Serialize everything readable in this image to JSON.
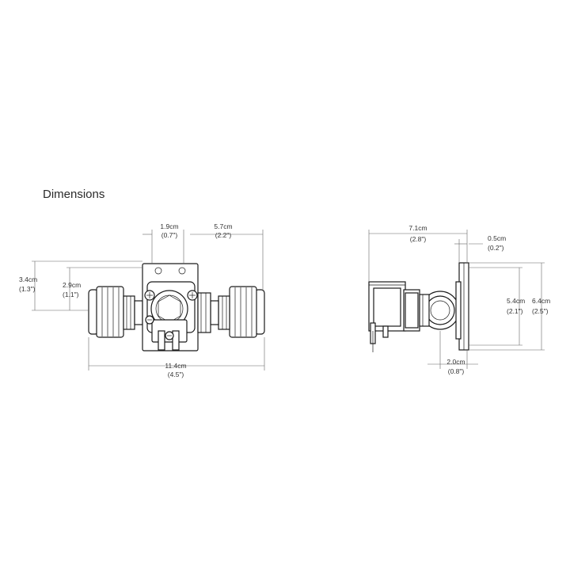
{
  "title": "Dimensions",
  "front_view": {
    "bolt_spacing": {
      "metric": "1.9cm",
      "imperial": "(0.7\")"
    },
    "fitting_length": {
      "metric": "5.7cm",
      "imperial": "(2.2\")"
    },
    "overall_height": {
      "metric": "3.4cm",
      "imperial": "(1.3\")"
    },
    "bracket_height": {
      "metric": "2.9cm",
      "imperial": "(1.1\")"
    },
    "overall_length": {
      "metric": "11.4cm",
      "imperial": "(4.5\")"
    }
  },
  "side_view": {
    "body_depth": {
      "metric": "7.1cm",
      "imperial": "(2.8\")"
    },
    "plate_thickness": {
      "metric": "0.5cm",
      "imperial": "(0.2\")"
    },
    "inner_height": {
      "metric": "5.4cm",
      "imperial": "(2.1\")"
    },
    "plate_height": {
      "metric": "6.4cm",
      "imperial": "(2.5\")"
    },
    "port_offset": {
      "metric": "2.0cm",
      "imperial": "(0.8\")"
    }
  }
}
